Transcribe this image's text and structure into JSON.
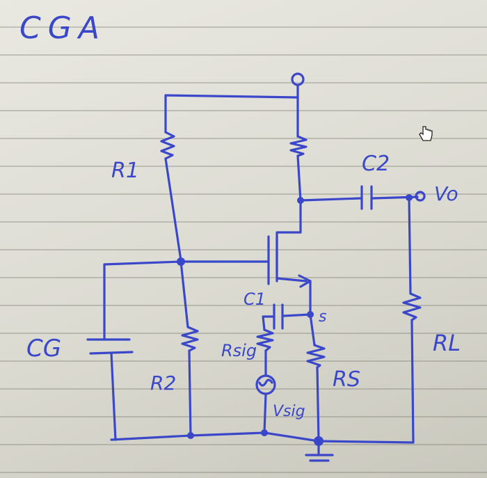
{
  "title": "CGA",
  "labels": {
    "r1": "R1",
    "r2": "R2",
    "cg": "CG",
    "c1": "C1",
    "c2": "C2",
    "rs": "RS",
    "rl": "RL",
    "rsig": "Rsig",
    "vsig": "Vsig",
    "vo": "Vo",
    "s": "s"
  },
  "colors": {
    "ink": "#3a47c9",
    "paper": "#e4e3dc"
  },
  "icons": {
    "cursor": "hand-cursor-icon"
  }
}
